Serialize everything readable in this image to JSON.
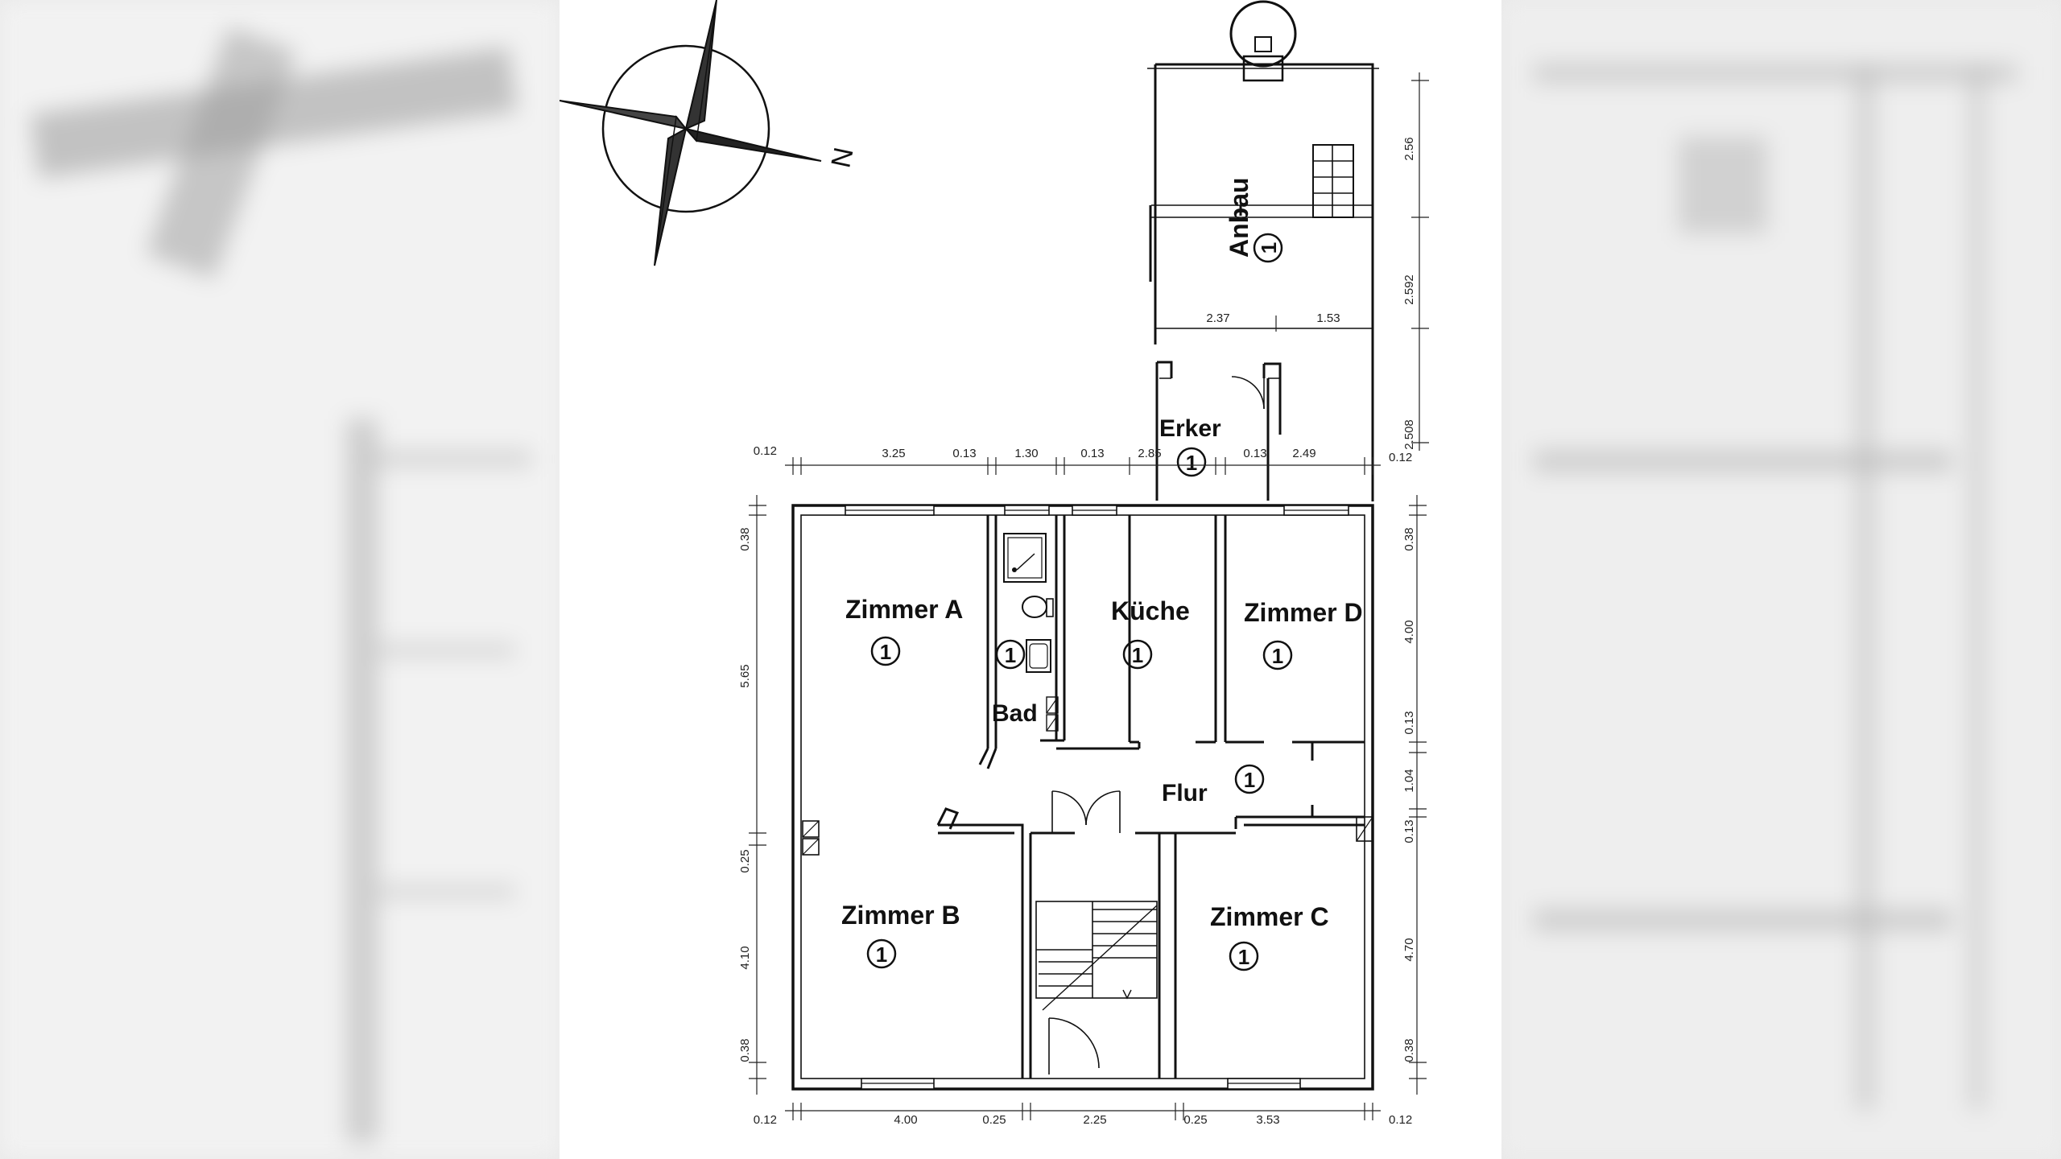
{
  "compass": {
    "north_label": "N"
  },
  "rooms": {
    "zimmer_a": {
      "label": "Zimmer A",
      "unit": "1"
    },
    "zimmer_b": {
      "label": "Zimmer B",
      "unit": "1"
    },
    "zimmer_c": {
      "label": "Zimmer C",
      "unit": "1"
    },
    "zimmer_d": {
      "label": "Zimmer D",
      "unit": "1"
    },
    "kueche": {
      "label": "Küche",
      "unit": "1"
    },
    "bad": {
      "label": "Bad",
      "unit": "1"
    },
    "flur": {
      "label": "Flur",
      "unit": "1"
    },
    "erker": {
      "label": "Erker",
      "unit": "1"
    },
    "anbau": {
      "label": "Anbau",
      "unit": "1"
    }
  },
  "dimensions": {
    "top_row": [
      "0.12",
      "3.25",
      "0.13",
      "1.30",
      "0.13",
      "2.85",
      "0.13",
      "2.49",
      "0.12"
    ],
    "bottom_row": [
      "0.12",
      "4.00",
      "0.25",
      "2.25",
      "0.25",
      "3.53",
      "0.12"
    ],
    "left_col": [
      "0.38",
      "5.65",
      "0.25",
      "4.10",
      "0.38"
    ],
    "right_col": [
      "0.38",
      "4.00",
      "0.13",
      "1.04",
      "0.13",
      "4.70",
      "0.38"
    ],
    "annex_right": [
      "2.56",
      "2.592",
      "2.508"
    ],
    "annex_inner": [
      "2.37",
      "1.53"
    ]
  }
}
